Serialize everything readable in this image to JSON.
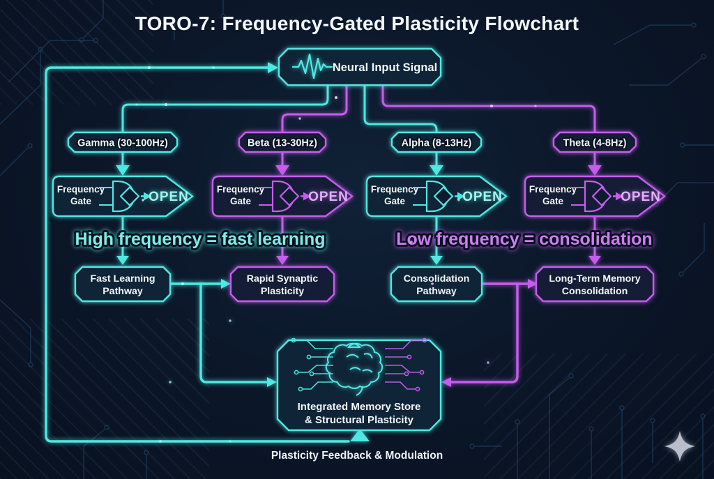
{
  "title": "TORO-7: Frequency-Gated Plasticity Flowchart",
  "palette": {
    "cyan": "#4fe8e2",
    "purple": "#c55ded",
    "open_cyan": "#a9f3ef",
    "open_purple": "#e0b1f7",
    "text": "#f2f7fb",
    "background": "#0b1628",
    "sparkle": "#c9cdd8"
  },
  "input_node": {
    "label": "Neural Input Signal",
    "icon": "waveform-icon"
  },
  "slogans": {
    "high_frequency": "High frequency = fast learning",
    "low_frequency": "Low frequency = consolidation"
  },
  "columns": [
    {
      "band_label": "Gamma (30-100Hz)",
      "color": "cyan",
      "gate_label_line1": "Frequency",
      "gate_label_line2": "Gate",
      "gate_status": "OPEN",
      "pathway_line1": "Fast Learning",
      "pathway_line2": "Pathway"
    },
    {
      "band_label": "Beta (13-30Hz)",
      "color": "purple",
      "gate_label_line1": "Frequency",
      "gate_label_line2": "Gate",
      "gate_status": "OPEN",
      "pathway_line1": "Rapid Synaptic",
      "pathway_line2": "Plasticity"
    },
    {
      "band_label": "Alpha (8-13Hz)",
      "color": "cyan",
      "gate_label_line1": "Frequency",
      "gate_label_line2": "Gate",
      "gate_status": "OPEN",
      "pathway_line1": "Consolidation",
      "pathway_line2": "Pathway"
    },
    {
      "band_label": "Theta (4-8Hz)",
      "color": "purple",
      "gate_label_line1": "Frequency",
      "gate_label_line2": "Gate",
      "gate_status": "OPEN",
      "pathway_line1": "Long-Term Memory",
      "pathway_line2": "Consolidation"
    }
  ],
  "memory_store": {
    "label_line1": "Integrated Memory Store",
    "label_line2": "& Structural Plasticity",
    "icon": "brain-circuit-icon"
  },
  "feedback_label": "Plasticity Feedback & Modulation"
}
